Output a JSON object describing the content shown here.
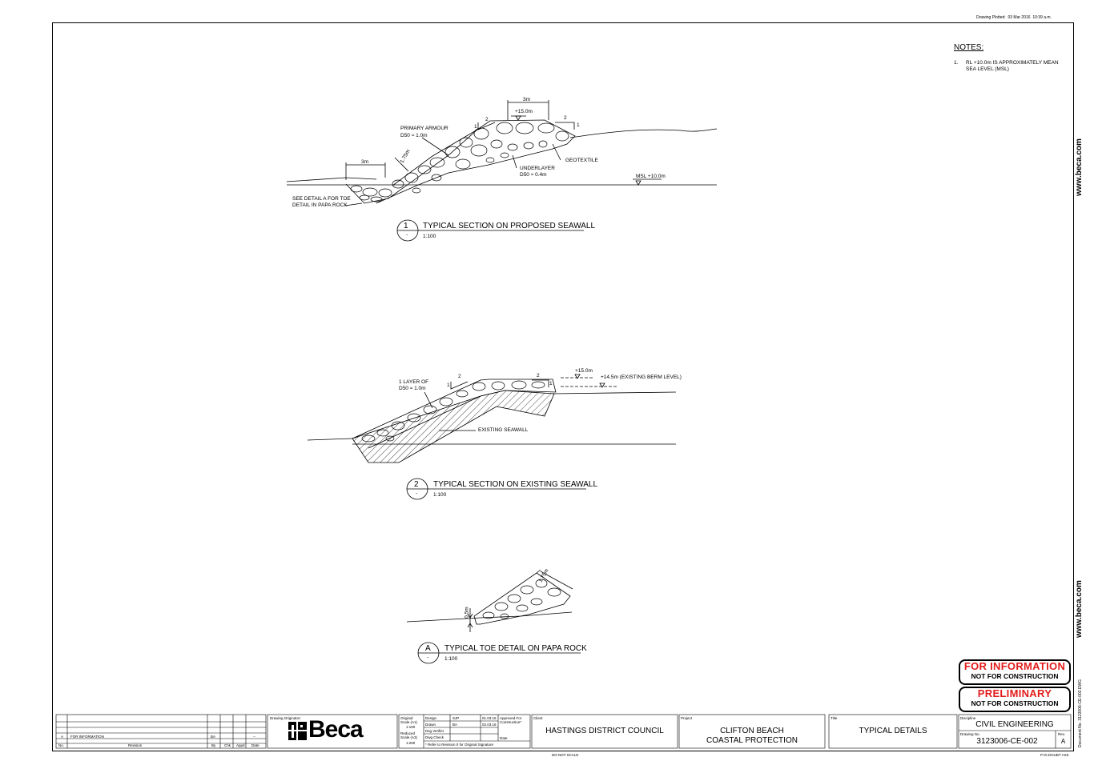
{
  "plot_info": {
    "label": "Drawing Plotted:",
    "date": "03 Mar 2016",
    "time": "10:39 a.m."
  },
  "notes": {
    "heading": "NOTES:",
    "items": [
      {
        "num": "1.",
        "text_line1": "RL +10.0m IS APPROXIMATELY MEAN",
        "text_line2": "SEA LEVEL (MSL)"
      }
    ]
  },
  "section1": {
    "title": "TYPICAL SECTION ON PROPOSED SEAWALL",
    "marker_num": "1",
    "marker_sub": "-",
    "scale": "1:100",
    "labels": {
      "top_width": "3m",
      "crest_level": "+15.0m",
      "slope_run": "2",
      "slope_rise": "1",
      "primary_armour": "PRIMARY ARMOUR",
      "primary_d50": "D50 ≈ 1.0m",
      "toe_width": "3m",
      "thickness": "1.75m",
      "underlayer": "UNDERLAYER",
      "underlayer_d50": "D50 ≈ 0.4m",
      "geotextile": "GEOTEXTILE",
      "msl": "MSL +10.0m",
      "see_detail_1": "SEE DETAIL A FOR TOE",
      "see_detail_2": "DETAIL IN PAPA ROCK"
    }
  },
  "section2": {
    "title": "TYPICAL SECTION ON EXISTING SEAWALL",
    "marker_num": "2",
    "marker_sub": "-",
    "scale": "1:100",
    "labels": {
      "layer_1": "1 LAYER OF",
      "layer_2": "D50 ≈ 1.0m",
      "slope_run": "2",
      "slope_rise": "1",
      "crest_level": "+15.0m",
      "berm_level": "+14.5m (EXISTING BERM LEVEL)",
      "existing": "EXISTING SEAWALL"
    }
  },
  "sectionA": {
    "title": "TYPICAL TOE DETAIL ON PAPA ROCK",
    "marker_num": "A",
    "marker_sub": "-",
    "scale": "1:100",
    "labels": {
      "thickness": "1.75m",
      "depth": "0.5m"
    }
  },
  "stamps": [
    {
      "line1": "FOR INFORMATION",
      "line2": "NOT FOR CONSTRUCTION",
      "color": "#e31b1b"
    },
    {
      "line1": "PRELIMINARY",
      "line2": "NOT FOR CONSTRUCTION",
      "color": "#e31b1b"
    }
  ],
  "side": {
    "website": "www.beca.com",
    "doc_label": "Document No.",
    "doc_no": "3123006-CE-002.DWG"
  },
  "title_block": {
    "revisions": [
      {
        "no": "A",
        "desc": "FOR INFORMATION",
        "by": "BA",
        "chk": "",
        "appd": "",
        "date": "--"
      }
    ],
    "rev_headers": {
      "no": "No.",
      "revision": "Revision",
      "by": "By",
      "chk": "Chk",
      "appd": "Appd",
      "date": "Date"
    },
    "originator_label": "Drawing Originator:",
    "logo": "Beca",
    "original_scale_label": "Original",
    "original_scale_label2": "Scale (A1)",
    "original_scale": "1:100",
    "reduced_scale_label": "Reduced",
    "reduced_scale_label2": "Scale (A3)",
    "reduced_scale": "1:200",
    "design_label": "Design",
    "design_by": "SJP",
    "design_date": "01.03.16",
    "drawn_label": "Drawn",
    "drawn_by": "BA",
    "drawn_date": "02.03.16",
    "dsg_verifier_label": "Dsg Verifier",
    "dwg_check_label": "Dwg Check",
    "approved_label1": "Approved For",
    "approved_label2": "Construction*",
    "date_label": "Date",
    "refer_note": "* Refer to Revision 0 for Original Signature",
    "client_label": "Client",
    "client": "HASTINGS DISTRICT COUNCIL",
    "project_label": "Project",
    "project_line1": "CLIFTON BEACH",
    "project_line2": "COASTAL PROTECTION",
    "title_label": "Title",
    "title": "TYPICAL DETAILS",
    "discipline_label": "Discipline",
    "discipline": "CIVIL ENGINEERING",
    "drawing_no_label": "Drawing No.",
    "drawing_no": "3123006-CE-002",
    "rev_label": "Rev.",
    "rev": "A"
  },
  "footer": {
    "do_not_scale": "DO NOT SCALE",
    "sheet": "P IN DOUBT ASK"
  }
}
